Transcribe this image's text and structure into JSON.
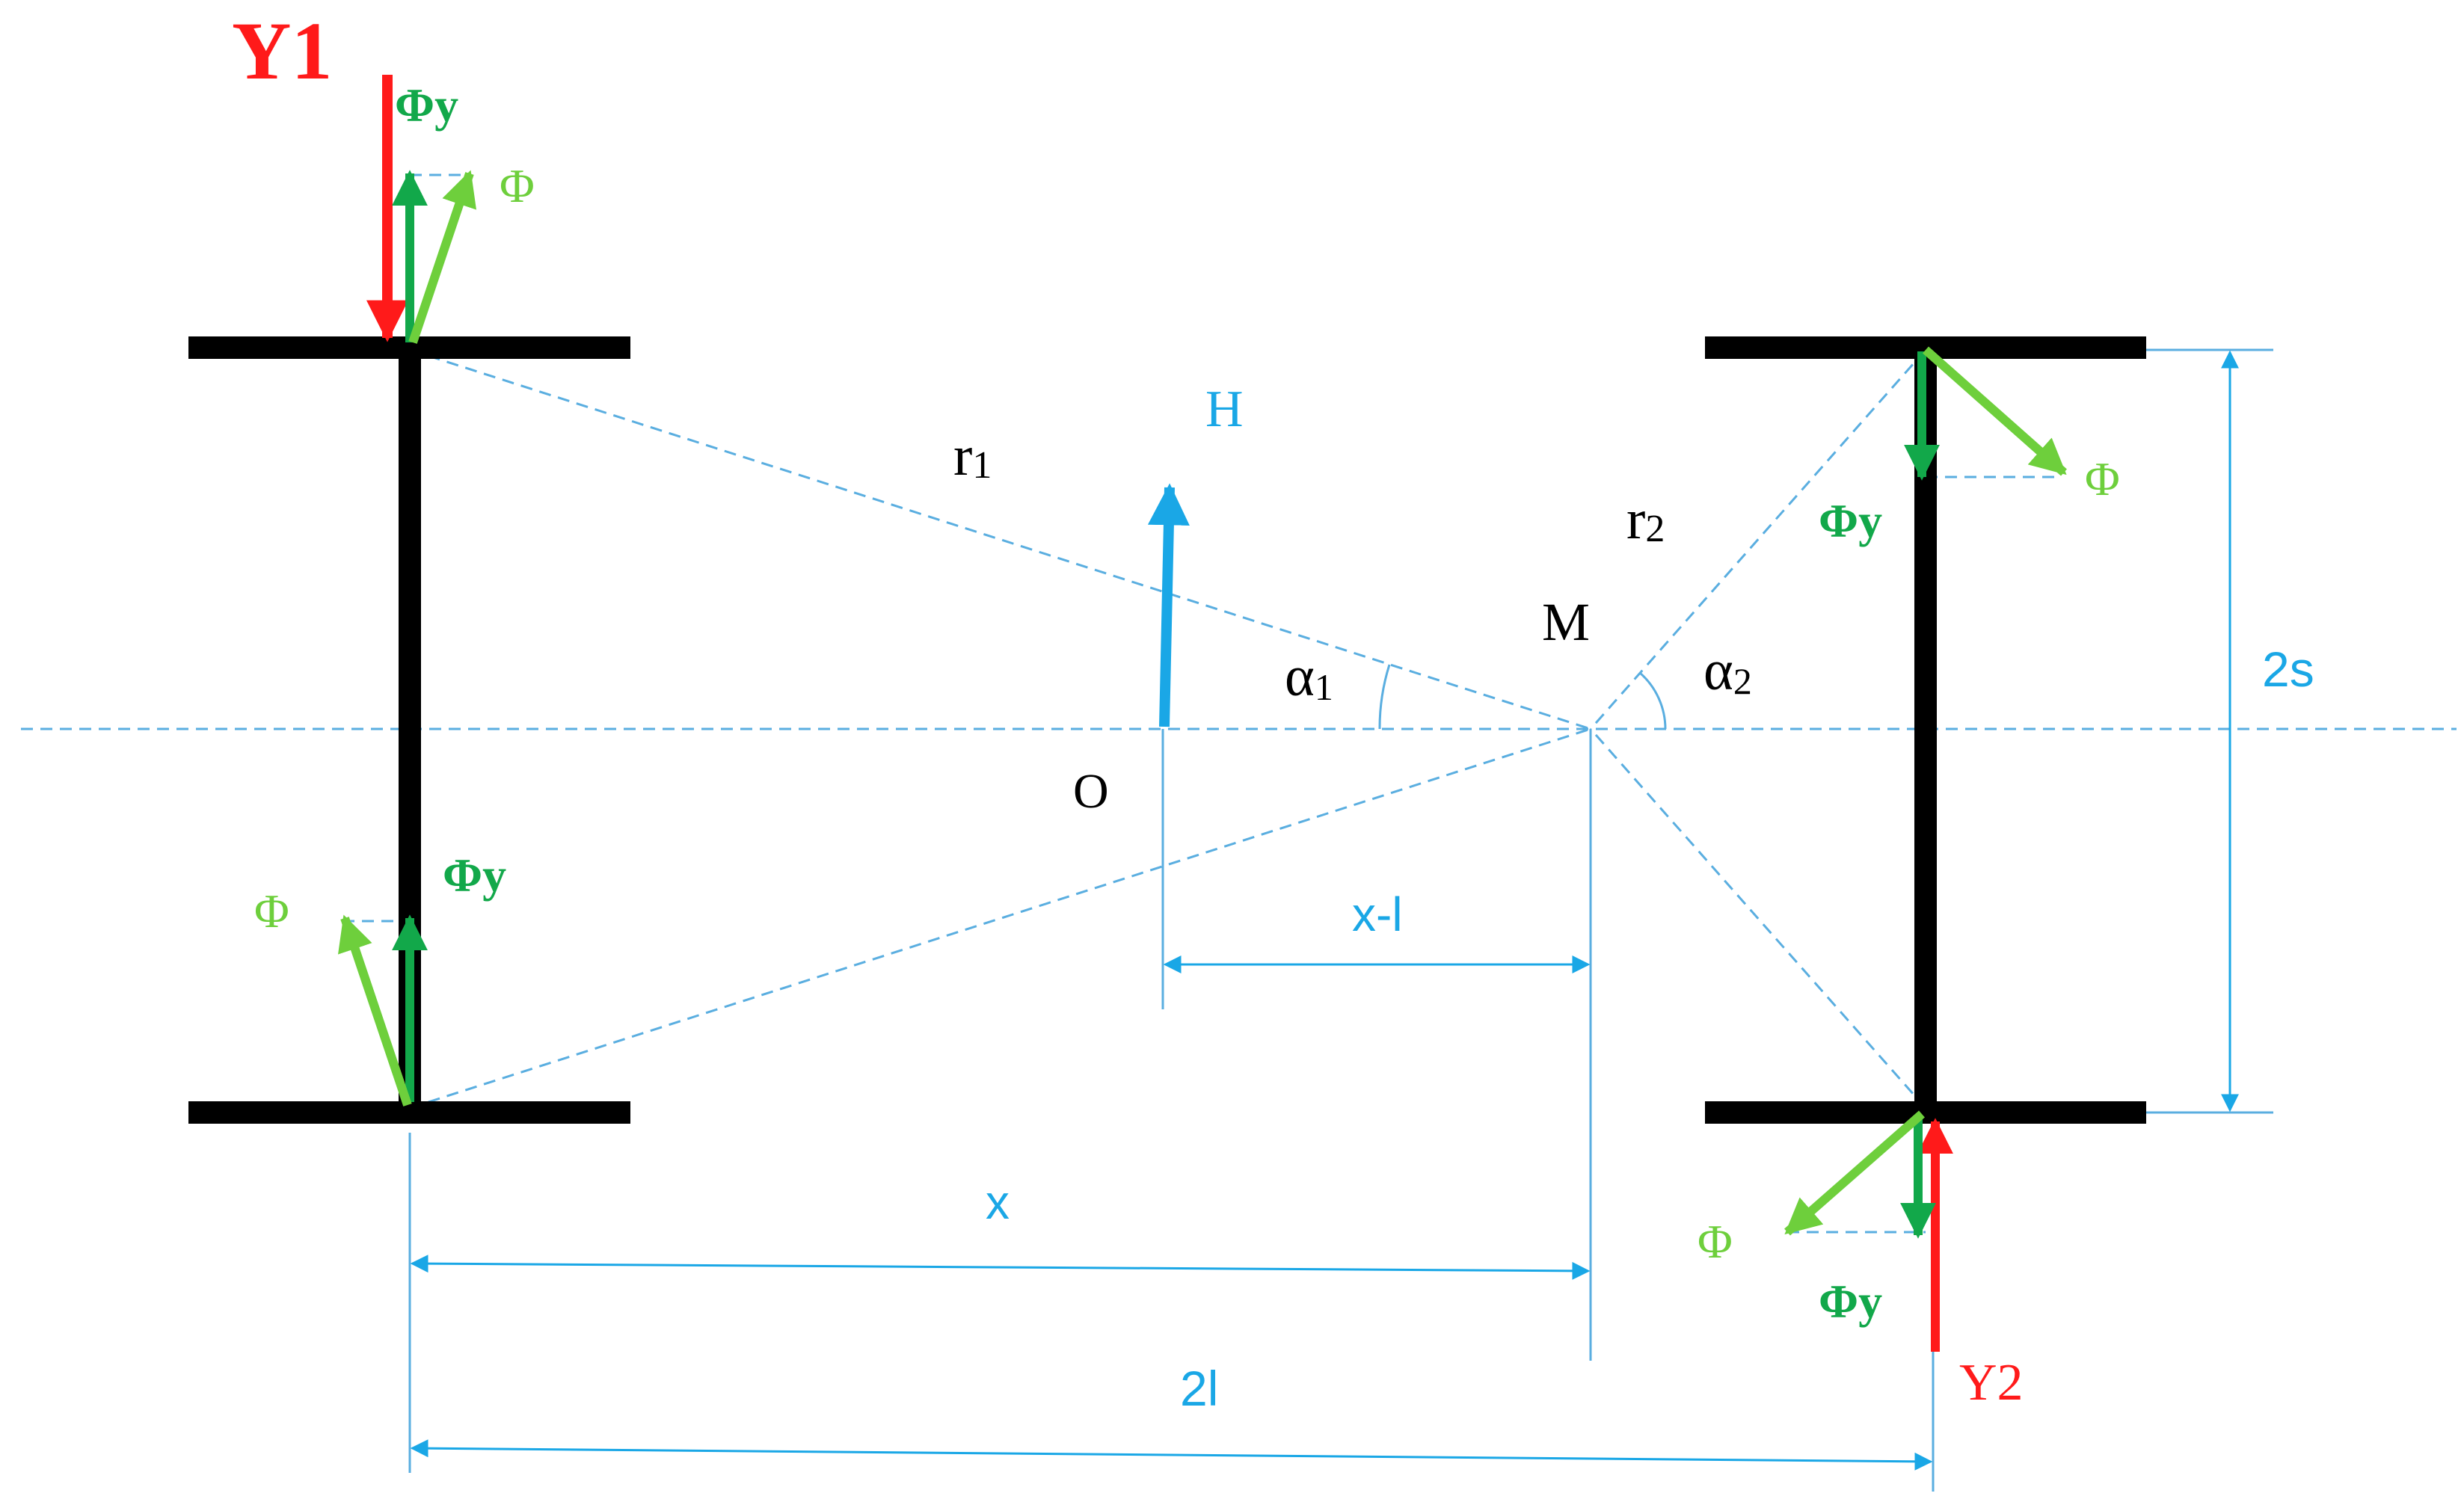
{
  "colors": {
    "beam": "#000000",
    "construction": "#5aaee0",
    "force_y": "#ff1a1a",
    "phi": "#6ecf3c",
    "phi_y": "#12a84a",
    "h_force": "#1aa7e6"
  },
  "labels": {
    "y1": "Y1",
    "y2": "Y2",
    "phi_y_top_left": "Φy",
    "phi_top_left": "Φ",
    "phi_y_bottom_left": "Φy",
    "phi_bottom_left": "Φ",
    "phi_top_right": "Φ",
    "phi_y_top_right": "Φy",
    "phi_bottom_right": "Φ",
    "phi_y_bottom_right": "Φy",
    "h": "H",
    "r1_base": "r",
    "r1_sub": "1",
    "r2_base": "r",
    "r2_sub": "2",
    "m": "M",
    "o": "O",
    "alpha1_base": "α",
    "alpha1_sub": "1",
    "alpha2_base": "α",
    "alpha2_sub": "2",
    "dim_2s": "2s",
    "dim_x_minus_l": "x-l",
    "dim_x": "x",
    "dim_2l": "2l"
  }
}
